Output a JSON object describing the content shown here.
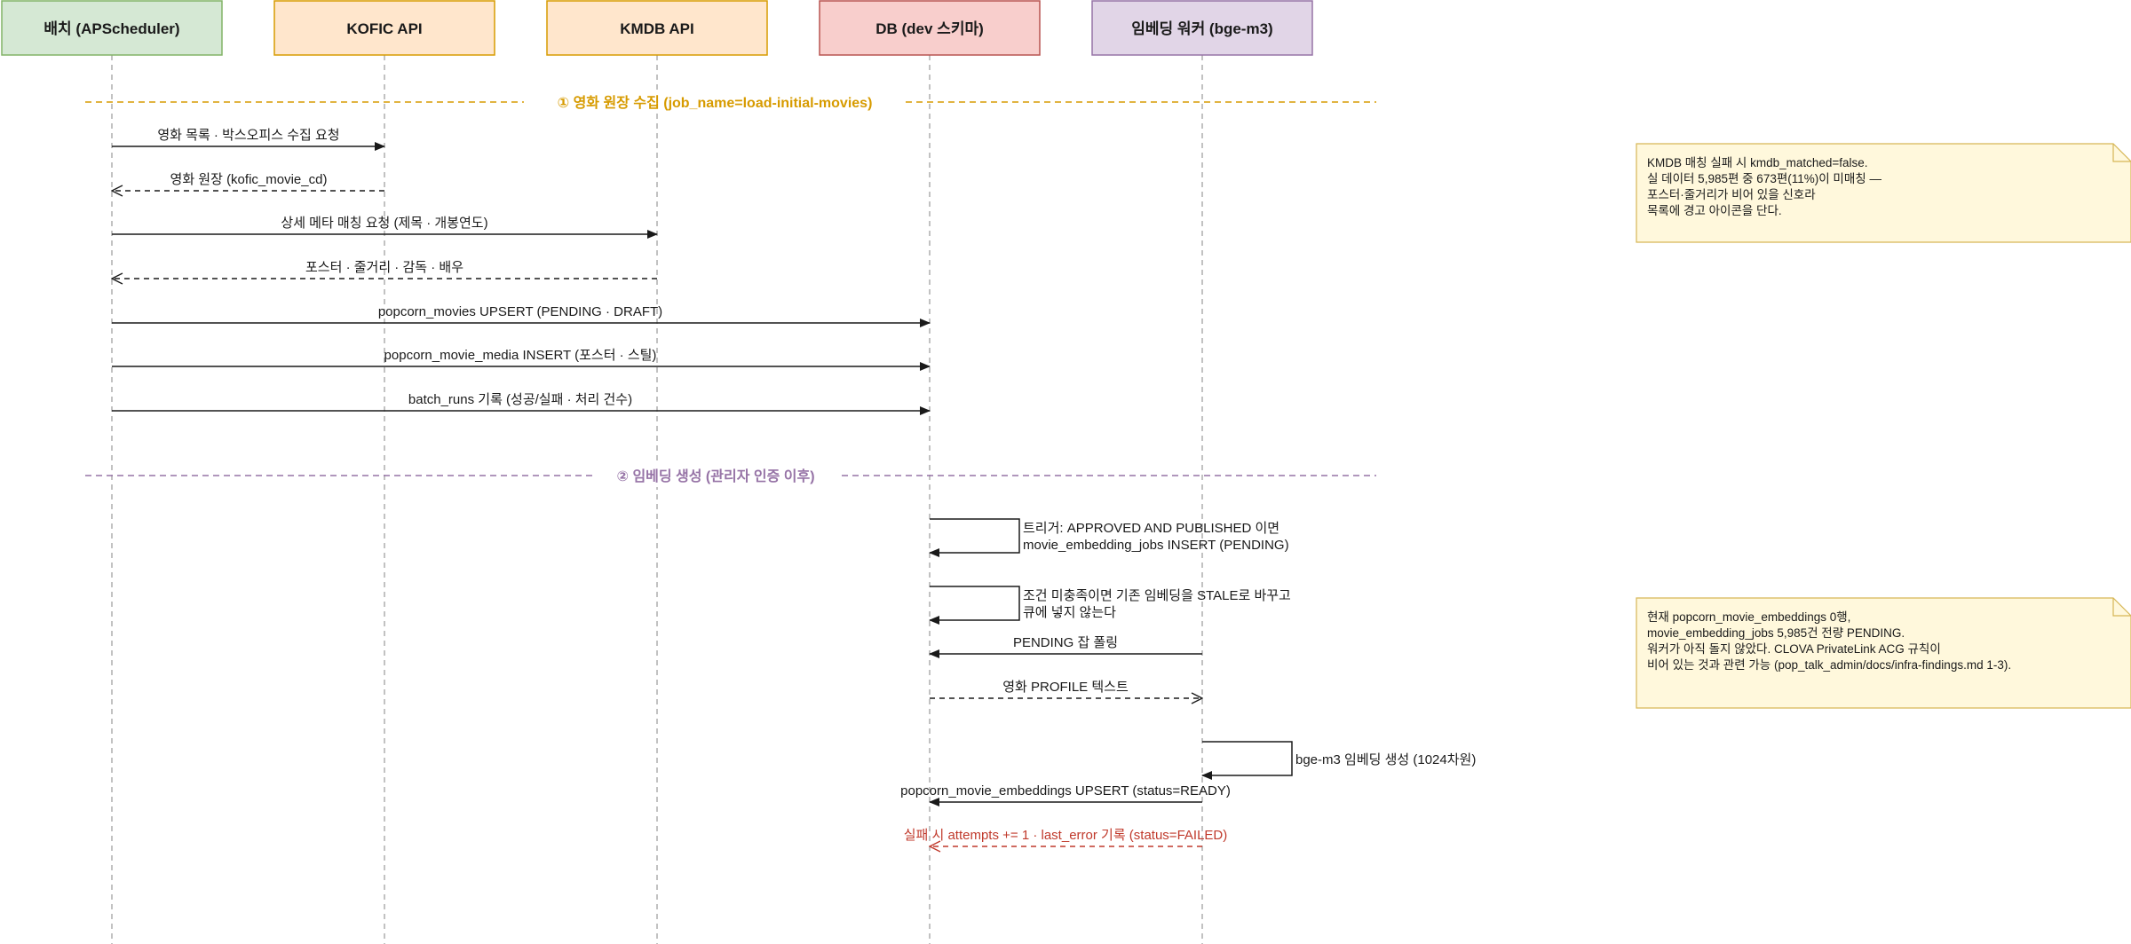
{
  "participants": [
    {
      "id": "batch",
      "label": "배치 (APScheduler)",
      "fill": "#d5e8d4",
      "stroke": "#82b366"
    },
    {
      "id": "kofic",
      "label": "KOFIC API",
      "fill": "#ffe6cc",
      "stroke": "#d79b00"
    },
    {
      "id": "kmdb",
      "label": "KMDB API",
      "fill": "#ffe6cc",
      "stroke": "#d79b00"
    },
    {
      "id": "db",
      "label": "DB (dev 스키마)",
      "fill": "#f8cecc",
      "stroke": "#b85450"
    },
    {
      "id": "worker",
      "label": "임베딩 워커 (bge-m3)",
      "fill": "#e1d5e7",
      "stroke": "#9673a6"
    }
  ],
  "sections": [
    {
      "label": "① 영화 원장 수집 (job_name=load-initial-movies)",
      "color": "#d79b00"
    },
    {
      "label": "② 임베딩 생성 (관리자 인증 이후)",
      "color": "#9673a6"
    }
  ],
  "messages": [
    {
      "label": "영화 목록 · 박스오피스 수집 요청",
      "type": "sync"
    },
    {
      "label": "영화 원장 (kofic_movie_cd)",
      "type": "reply"
    },
    {
      "label": "상세 메타 매칭 요청 (제목 · 개봉연도)",
      "type": "sync"
    },
    {
      "label": "포스터 · 줄거리 · 감독 · 배우",
      "type": "reply"
    },
    {
      "label": "popcorn_movies UPSERT (PENDING · DRAFT)",
      "type": "sync"
    },
    {
      "label": "popcorn_movie_media INSERT (포스터 · 스틸)",
      "type": "sync"
    },
    {
      "label": "batch_runs 기록 (성공/실패 · 처리 건수)",
      "type": "sync"
    },
    {
      "lines": [
        "트리거: APPROVED AND PUBLISHED 이면",
        "movie_embedding_jobs INSERT (PENDING)"
      ],
      "type": "self"
    },
    {
      "lines": [
        "조건 미충족이면 기존 임베딩을 STALE로 바꾸고",
        "큐에 넣지 않는다"
      ],
      "type": "self"
    },
    {
      "label": "PENDING 잡 폴링",
      "type": "sync"
    },
    {
      "label": "영화 PROFILE 텍스트",
      "type": "reply"
    },
    {
      "lines": [
        "bge-m3 임베딩 생성 (1024차원)"
      ],
      "type": "self"
    },
    {
      "label": "popcorn_movie_embeddings UPSERT (status=READY)",
      "type": "sync"
    },
    {
      "label": "실패 시 attempts += 1 · last_error 기록 (status=FAILED)",
      "type": "reply",
      "color": "#c0392b"
    }
  ],
  "notes": [
    {
      "lines": [
        "KMDB 매칭 실패 시 kmdb_matched=false.",
        "실 데이터 5,985편 중 673편(11%)이 미매칭 —",
        "포스터·줄거리가 비어 있을 신호라",
        "목록에 경고 아이콘을 단다."
      ],
      "fill": "#fff8dc",
      "stroke": "#d6b656"
    },
    {
      "lines": [
        "현재 popcorn_movie_embeddings 0행,",
        "movie_embedding_jobs 5,985건 전량 PENDING.",
        "워커가 아직 돌지 않았다. CLOVA PrivateLink ACG 규칙이",
        "비어 있는 것과 관련 가능 (pop_talk_admin/docs/infra-findings.md 1-3)."
      ],
      "fill": "#fff8dc",
      "stroke": "#d6b656"
    }
  ]
}
